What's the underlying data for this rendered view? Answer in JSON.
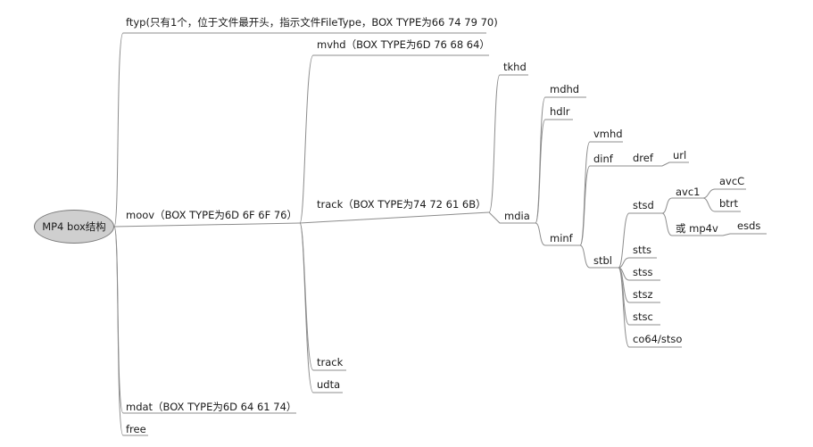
{
  "root": {
    "label": "MP4 box结构"
  },
  "nodes": {
    "ftyp": "ftyp(只有1个，位于文件最开头，指示文件FileType，BOX TYPE为66 74 79 70)",
    "moov": "moov（BOX TYPE为6D 6F 6F 76）",
    "mdat": "mdat（BOX TYPE为6D 64 61 74）",
    "free": "free",
    "mvhd": "mvhd（BOX TYPE为6D 76 68 64）",
    "track1": "track（BOX TYPE为74 72 61 6B）",
    "track2": "track",
    "udta": "udta",
    "tkhd": "tkhd",
    "mdia": "mdia",
    "mdhd": "mdhd",
    "hdlr": "hdlr",
    "minf": "minf",
    "vmhd": "vmhd",
    "dinf": "dinf",
    "stbl": "stbl",
    "dref": "dref",
    "url": "url",
    "stsd": "stsd",
    "stts": "stts",
    "stss": "stss",
    "stsz": "stsz",
    "stsc": "stsc",
    "co64": "co64/stso",
    "avc1": "avc1",
    "mp4v": "或 mp4v",
    "avcC": "avcC",
    "btrt": "btrt",
    "esds": "esds"
  },
  "colors": {
    "line": "#8c8c8c",
    "root_fill": "#cfcfcf",
    "root_border": "#7a7a7a",
    "text": "#1a1a1a"
  }
}
